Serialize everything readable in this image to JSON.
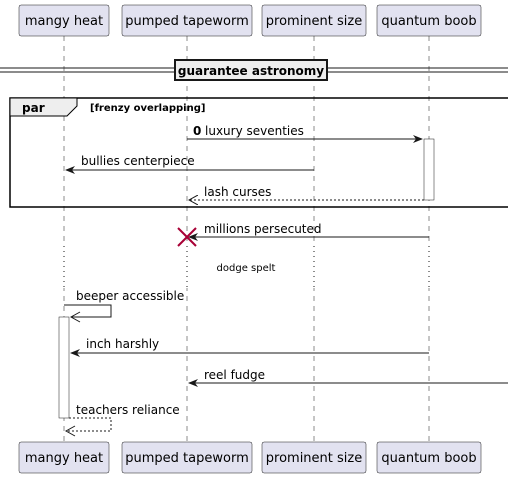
{
  "participants": [
    {
      "id": "p1",
      "label": "mangy heat"
    },
    {
      "id": "p2",
      "label": "pumped tapeworm"
    },
    {
      "id": "p3",
      "label": "prominent size"
    },
    {
      "id": "p4",
      "label": "quantum boob"
    }
  ],
  "divider": {
    "label": "guarantee astronomy"
  },
  "fragment": {
    "keyword": "par",
    "guard": "[frenzy overlapping]"
  },
  "messages": {
    "m1": {
      "number": "0",
      "label": "luxury seventies"
    },
    "m2": {
      "label": "bullies centerpiece"
    },
    "m3": {
      "label": "lash curses"
    },
    "m4": {
      "label": "millions persecuted"
    },
    "delay": {
      "label": "dodge spelt"
    },
    "m5": {
      "label": "beeper accessible"
    },
    "m6": {
      "label": "inch harshly"
    },
    "m7": {
      "label": "reel fudge"
    },
    "m8": {
      "label": "teachers reliance"
    }
  },
  "colors": {
    "participant_fill": "#E2E2F0",
    "participant_border": "#181818",
    "lifeline": "#181818",
    "destroy_mark": "#A80036",
    "activation_fill": "#ffffff"
  }
}
